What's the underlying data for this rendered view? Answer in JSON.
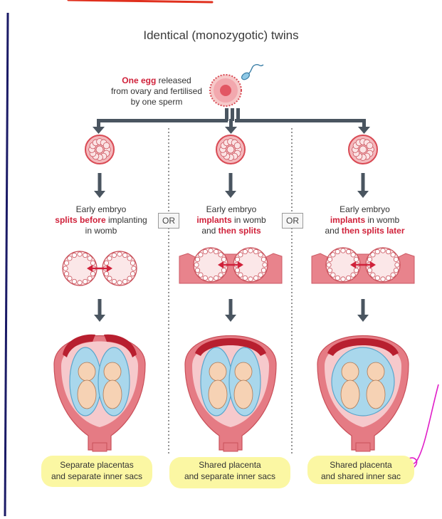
{
  "title": "Identical (monozygotic) twins",
  "top_label": {
    "red": "One egg",
    "rest1": " released",
    "line2": "from ovary and fertilised",
    "line3": "by one sperm"
  },
  "columns": [
    {
      "line1": "Early embryo",
      "line2_red": "splits before",
      "line2_rest": " implanting",
      "line3_plain": "in womb",
      "line3_red": "",
      "caption_line1": "Separate placentas",
      "caption_line2": "and separate inner sacs"
    },
    {
      "line1": "Early embryo",
      "line2_red": "implants",
      "line2_rest": " in womb",
      "line3_plain": "and ",
      "line3_red": "then splits",
      "caption_line1": "Shared placenta",
      "caption_line2": "and separate inner sacs"
    },
    {
      "line1": "Early embryo",
      "line2_red": "implants",
      "line2_rest": " in womb",
      "line3_plain": "and ",
      "line3_red": "then splits later",
      "caption_line1": "Shared placenta",
      "caption_line2": "and shared inner sac"
    }
  ],
  "or_label": "OR",
  "colors": {
    "red": "#d0213a",
    "arrow": "#4a5560",
    "uterus": "#e57b84",
    "placenta": "#b81f2f",
    "sac": "#a9d7ec",
    "highlight": "#fbf7a3",
    "ink_pink": "#e01ec8",
    "ink_navy": "#1a1a66",
    "ink_red": "#e0301e"
  }
}
